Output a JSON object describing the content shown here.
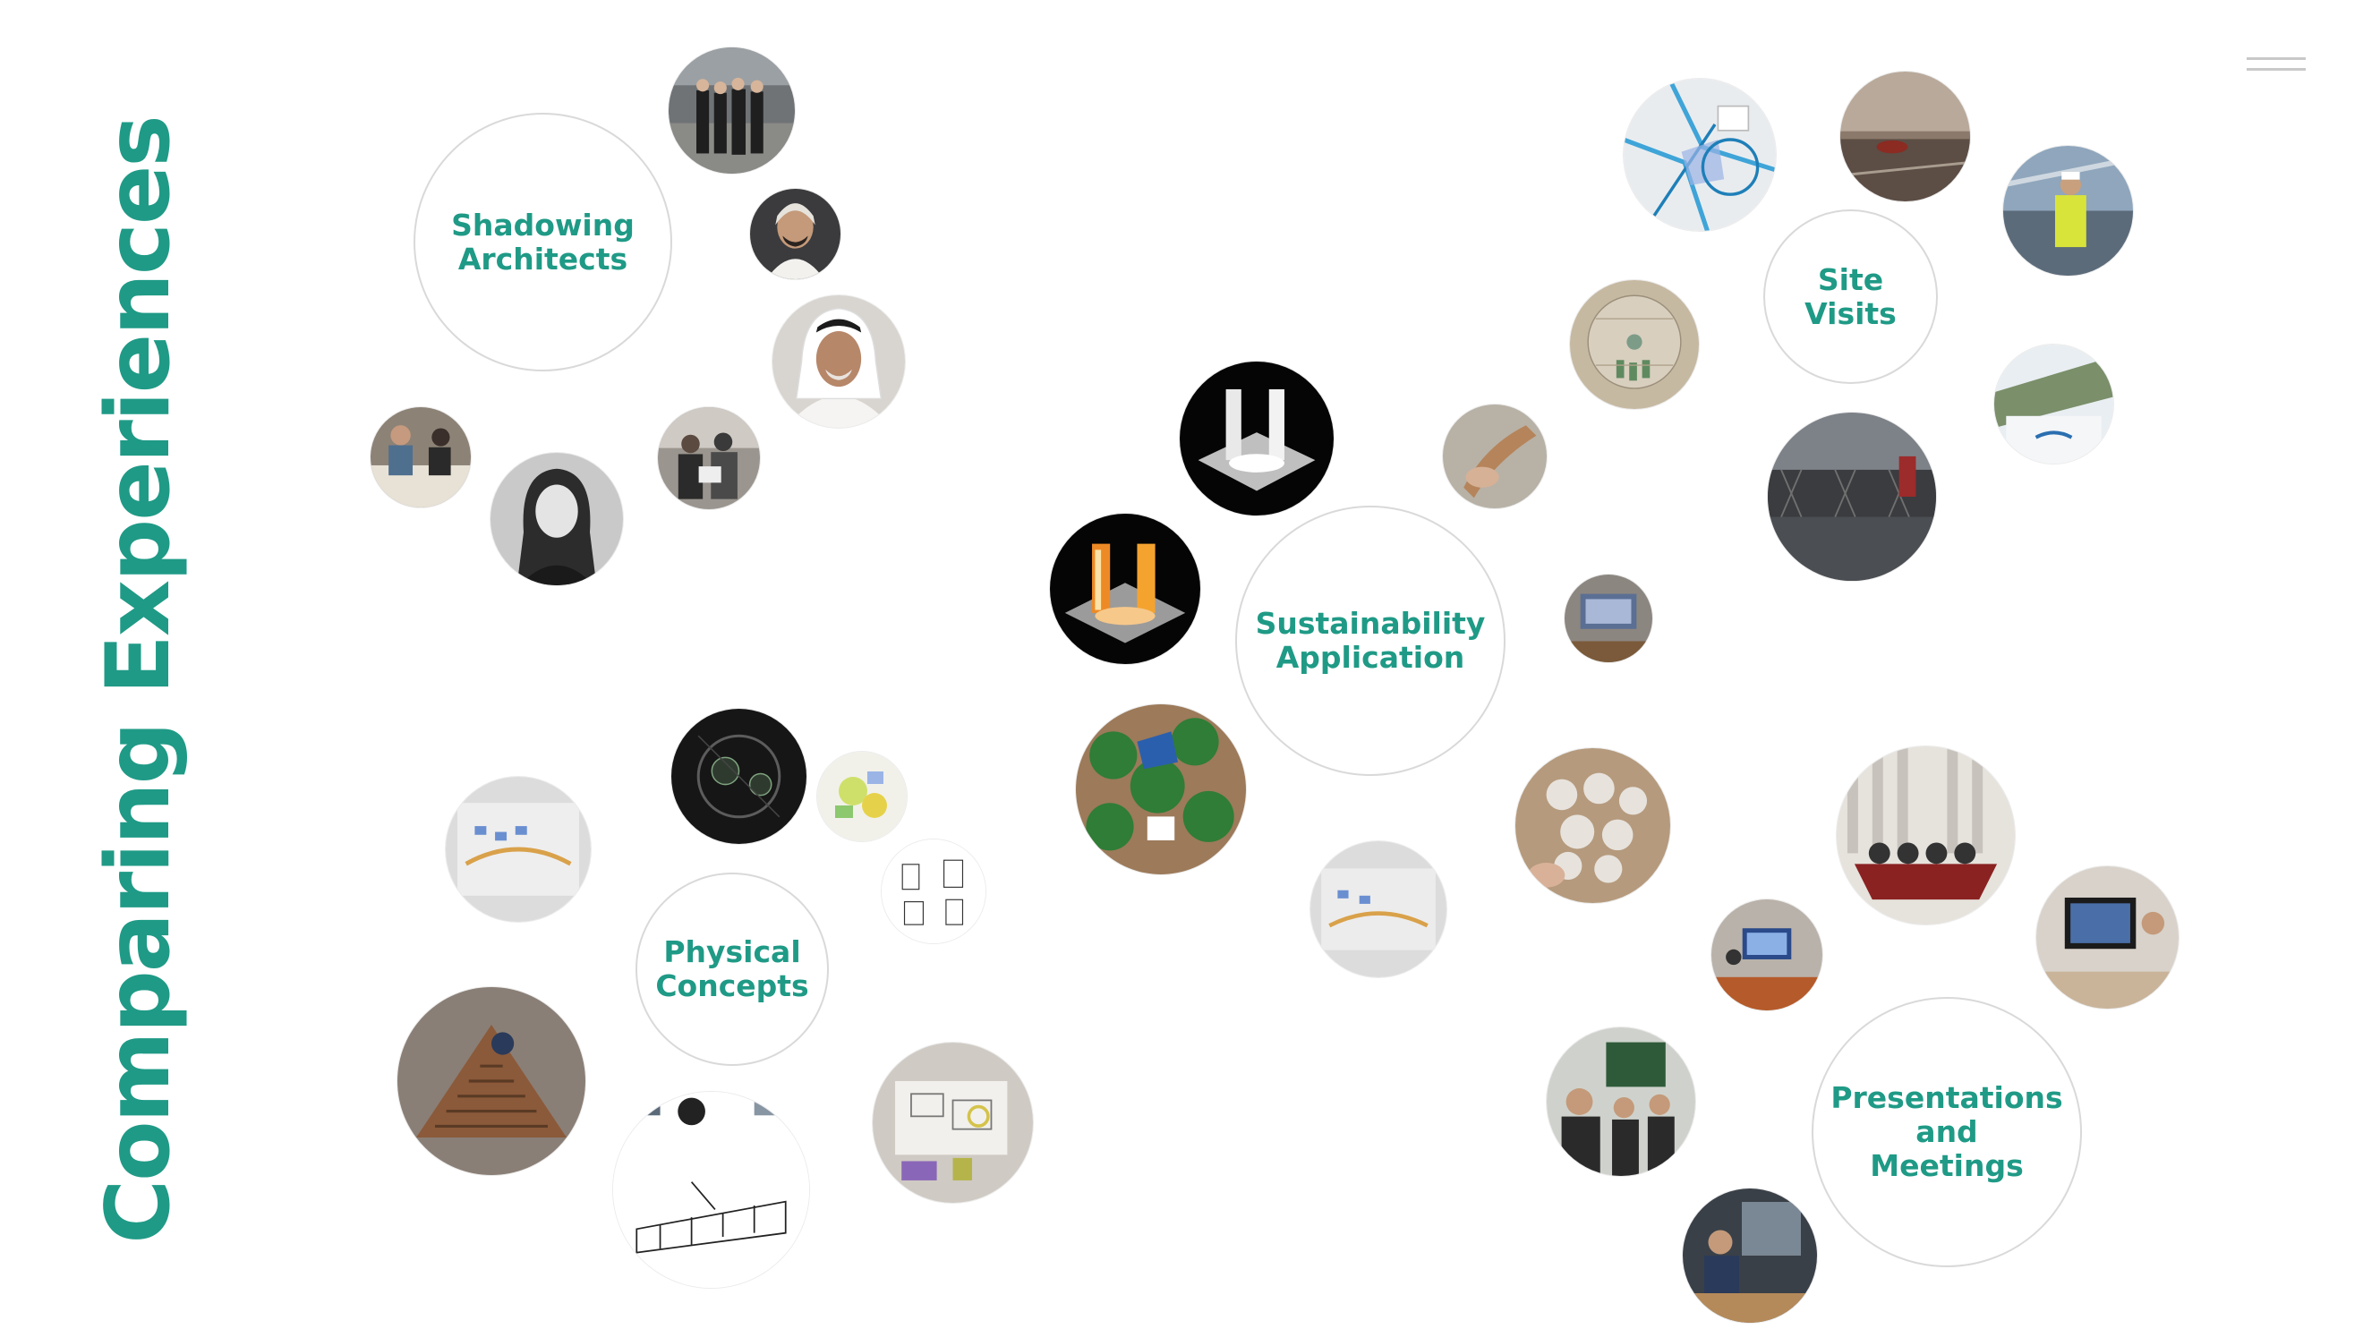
{
  "title": "Comparing Experiences",
  "menu_icon": "hamburger-menu-icon",
  "accent_color": "#1f9a86",
  "clusters": {
    "shadowing": {
      "label": "Shadowing\nArchitects"
    },
    "site_visits": {
      "label": "Site\nVisits"
    },
    "sustainability": {
      "label": "Sustainability\nApplication"
    },
    "physical": {
      "label": "Physical\nConcepts"
    },
    "presentations": {
      "label": "Presentations and\nMeetings"
    }
  },
  "photos": [
    "group-photo-team",
    "portrait-man-ghutra",
    "portrait-man-shemagh",
    "people-drawing-table",
    "portrait-woman",
    "people-reviewing-plans",
    "site-map",
    "aerial-masterplan",
    "road-site-photo",
    "worker-safety-vest",
    "boat-signage",
    "building-gate",
    "wood-model-hand",
    "screen-meeting",
    "white-towers-model",
    "orange-towers-model",
    "green-plant-model",
    "blue-plan-sketch",
    "dark-plan-drawing",
    "colored-plan",
    "furniture-sketch",
    "wood-layered-model",
    "building-sketch",
    "desk-drawings-model",
    "perforated-panel",
    "plan-overlay",
    "conference-room",
    "meeting-tv",
    "computer-monitor",
    "group-meeting",
    "people-workspace"
  ]
}
